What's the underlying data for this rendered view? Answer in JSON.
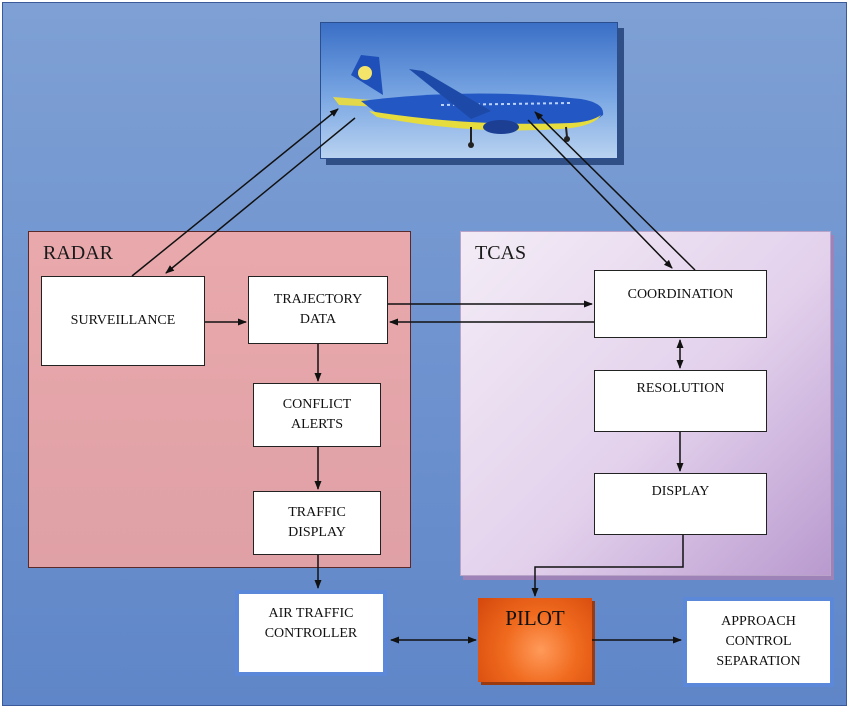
{
  "image": {
    "description_icon": "airplane-icon"
  },
  "panels": {
    "radar_title": "RADAR",
    "tcas_title": "TCAS"
  },
  "boxes": {
    "surveillance": "SURVEILLANCE",
    "trajectory_data": "TRAJECTORY\nDATA",
    "conflict_alerts": "CONFLICT\nALERTS",
    "traffic_display": "TRAFFIC\nDISPLAY",
    "coordination": "COORDINATION",
    "resolution": "RESOLUTION",
    "display": "DISPLAY",
    "air_traffic_controller": "AIR TRAFFIC\nCONTROLLER",
    "pilot": "PILOT",
    "approach_control_separation": "APPROACH\nCONTROL\nSEPARATION"
  },
  "colors": {
    "background": "#6f93cf",
    "radar_panel": "#e4a4a9",
    "tcas_panel": "#d8c3e6",
    "pilot_box": "#f06a1e",
    "thick_border": "#5b88d9"
  }
}
